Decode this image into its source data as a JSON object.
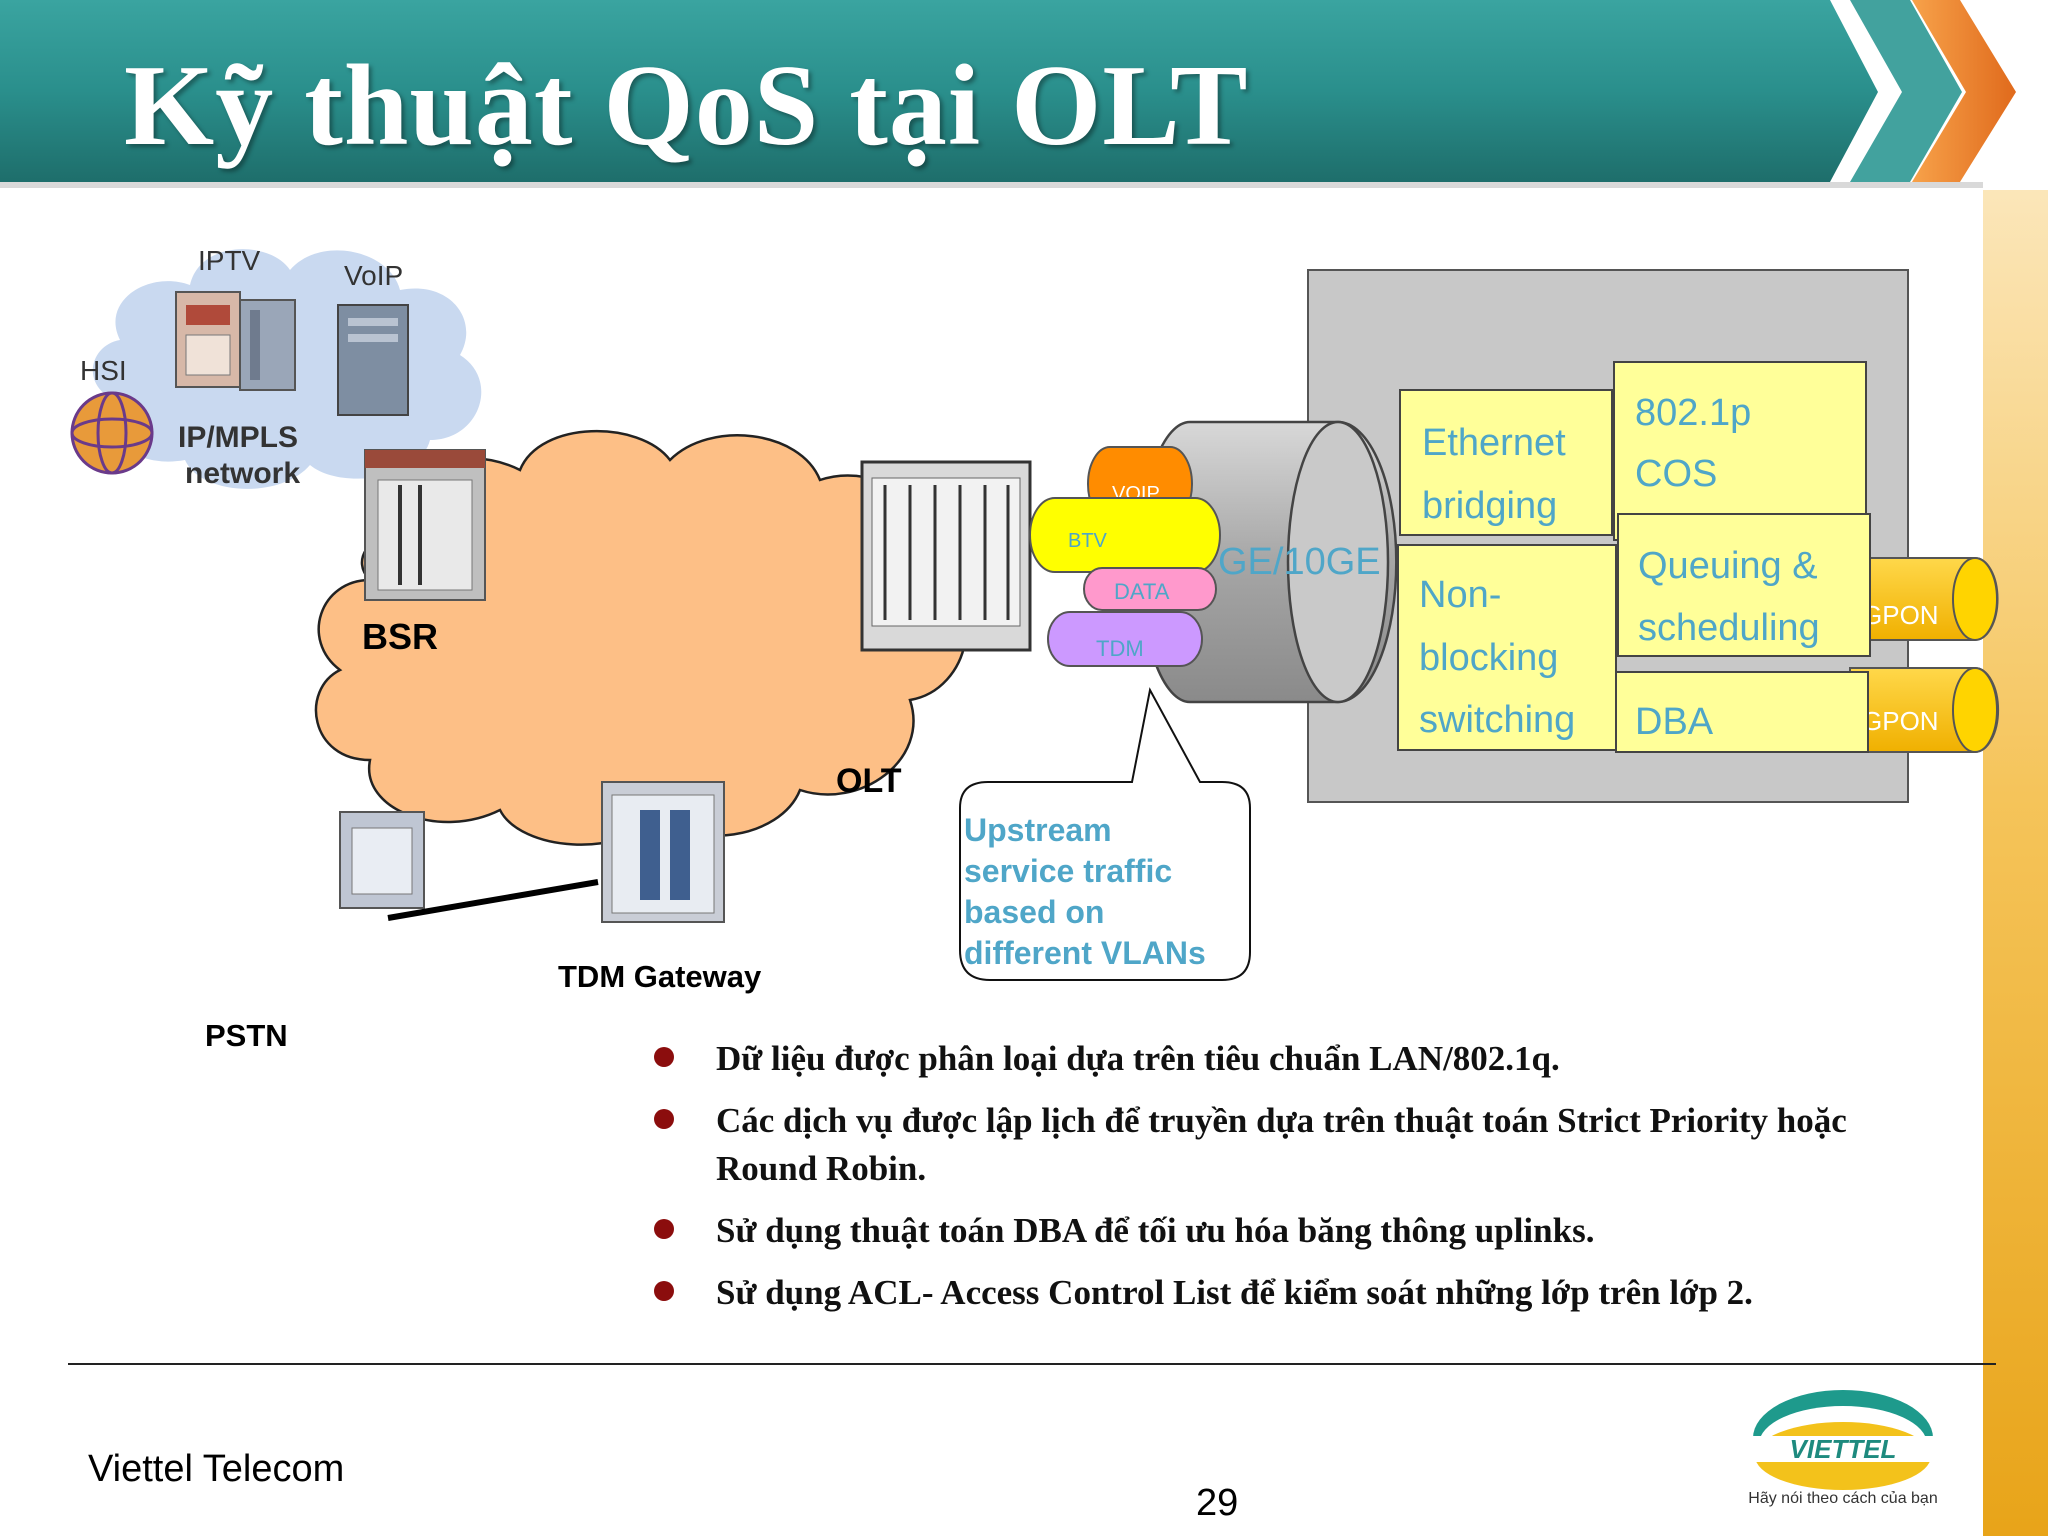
{
  "slide": {
    "title": "Kỹ thuật QoS tại OLT",
    "page_number": "29",
    "footer_company": "Viettel Telecom",
    "logo_tagline": "Hãy nói theo cách của bạn"
  },
  "diagram": {
    "services": {
      "iptv": "IPTV",
      "voip": "VoIP",
      "hsi": "HSI"
    },
    "core_network": "IP/MPLS\nnetwork",
    "core_network_line1": "IP/MPLS",
    "core_network_line2": "network",
    "bsr": "BSR",
    "olt": "OLT",
    "tdm_gateway": "TDM Gateway",
    "pstn": "PSTN",
    "tubes": {
      "voip": "VOIP",
      "btv": "BTV",
      "data": "DATA",
      "tdm": "TDM"
    },
    "uplink": "GE/10GE",
    "bubble": {
      "line1": "Upstream",
      "line2": "service traffic",
      "line3": "based on",
      "line4": "different VLANs"
    },
    "boxes": {
      "ethernet_line1": "Ethernet",
      "ethernet_line2": "bridging",
      "cos_line1": "802.1p",
      "cos_line2": "COS",
      "nonblocking_line1": "Non-",
      "nonblocking_line2": "blocking",
      "nonblocking_line3": "switching",
      "queuing_line1": "Queuing &",
      "queuing_line2": "scheduling",
      "dba": "DBA"
    },
    "ports": {
      "gpon1": "GPON",
      "gpon2": "GPON"
    }
  },
  "bullets": [
    "Dữ liệu được phân loại dựa trên tiêu chuẩn LAN/802.1q.",
    "Các dịch vụ được lập lịch để truyền dựa trên thuật toán Strict Priority hoặc Round Robin.",
    "Sử dụng thuật toán DBA để tối ưu hóa băng thông uplinks.",
    "Sử dụng ACL- Access Control List để kiểm soát những lớp trên lớp 2."
  ],
  "colors": {
    "title_bar": "#2a8f8c",
    "title_bar_dark": "#1f6f6c",
    "arrow_orange": "#e8792a",
    "cloud_orange": "#fdbf86",
    "box_yellow": "#ffff99",
    "olt_panel_gray": "#c8c8c8",
    "bubble_text": "#4fa6c8",
    "bullet_dot": "#8b0d0d"
  }
}
